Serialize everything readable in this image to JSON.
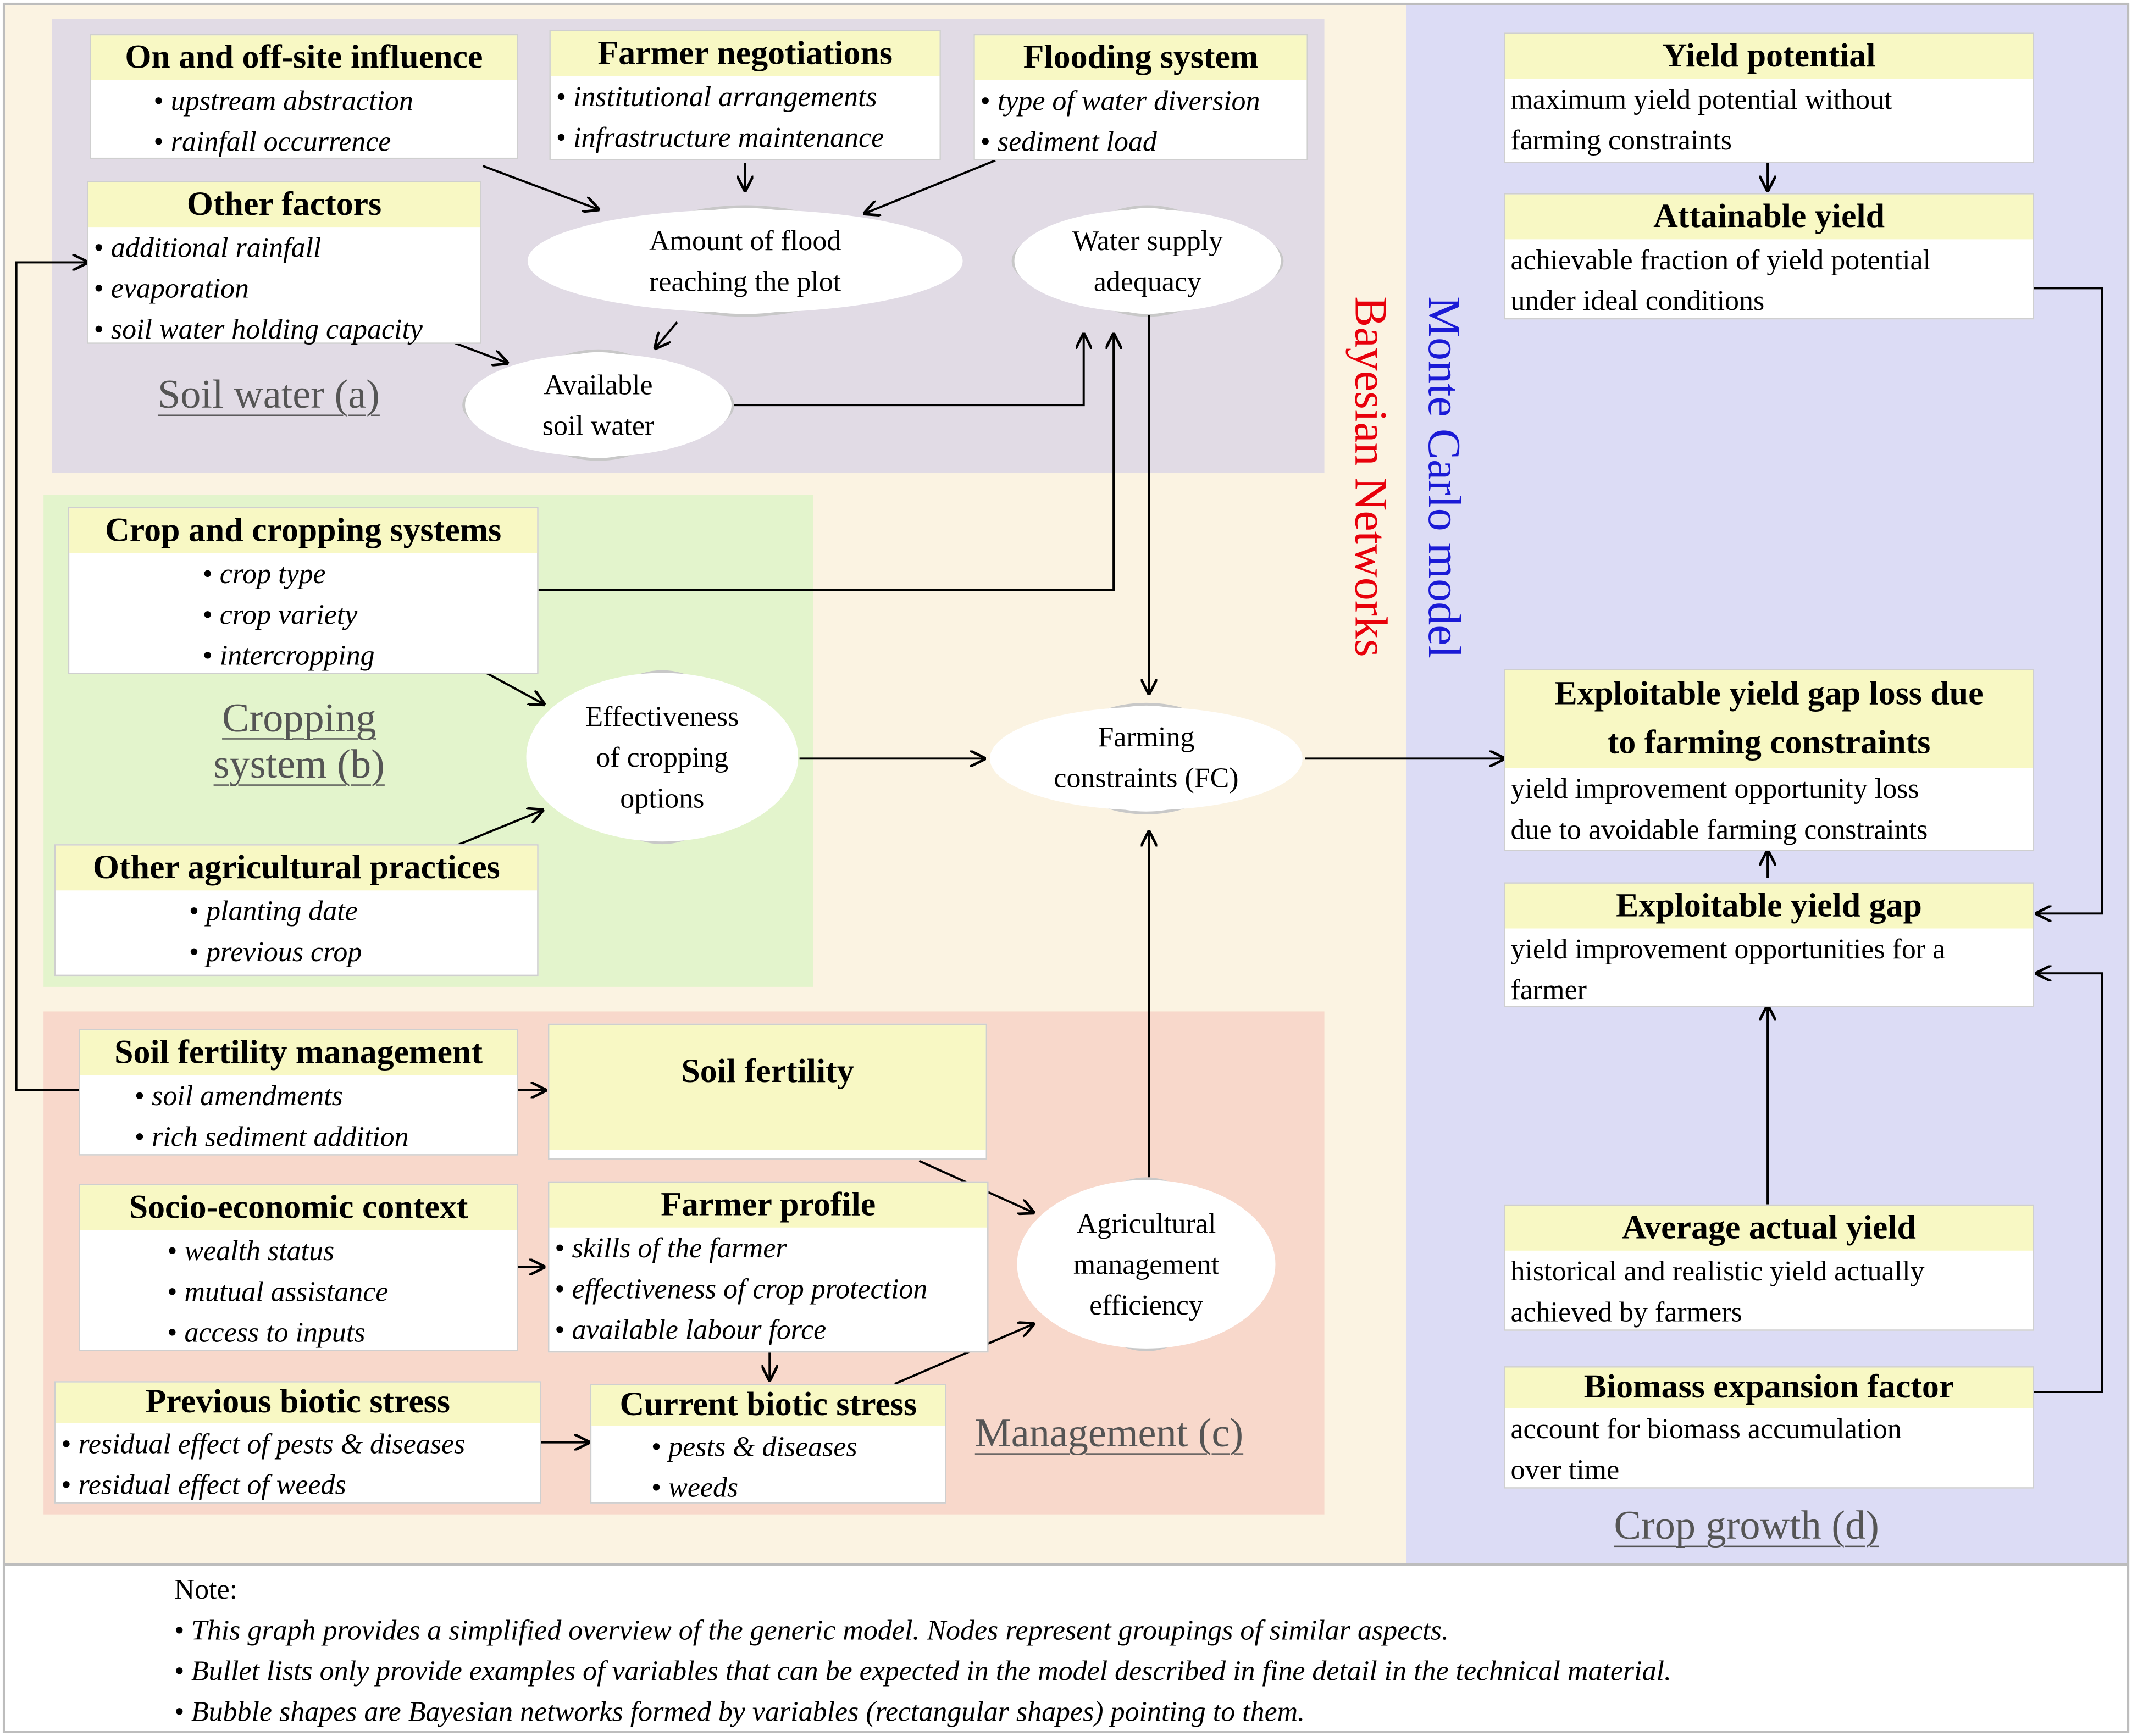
{
  "regions": {
    "soil_water": "Soil water (a)",
    "cropping": "Cropping system (b)",
    "management": "Management (c)",
    "crop_growth": "Crop growth (d)"
  },
  "vertical_labels": {
    "bayesian": "Bayesian Networks",
    "montecarlo": "Monte Carlo model"
  },
  "colors": {
    "bayesian_bg": "#fbf3e2",
    "soil_water_bg": "#e1dbe5",
    "cropping_bg": "#e3f4cc",
    "management_bg": "#f8d8cb",
    "montecarlo_bg": "#dcdcf5",
    "header_bg": "#f8f8c4",
    "bayesian_text": "#e8000b",
    "montecarlo_text": "#1a1ad6"
  },
  "boxes": {
    "onoff": {
      "title": "On and off-site influence",
      "items": [
        "upstream abstraction",
        "rainfall occurrence"
      ]
    },
    "farmer_neg": {
      "title": "Farmer negotiations",
      "items": [
        "institutional arrangements",
        "infrastructure maintenance"
      ]
    },
    "flooding": {
      "title": "Flooding system",
      "items": [
        "type of water diversion",
        "sediment load"
      ]
    },
    "other_factors": {
      "title": "Other factors",
      "items": [
        "additional rainfall",
        "evaporation",
        "soil water holding capacity"
      ]
    },
    "crop_systems": {
      "title": "Crop and cropping systems",
      "items": [
        "crop type",
        "crop variety",
        "intercropping"
      ]
    },
    "other_ag": {
      "title": "Other agricultural practices",
      "items": [
        "planting date",
        "previous crop"
      ]
    },
    "soil_fert_mgmt": {
      "title": "Soil fertility management",
      "items": [
        "soil amendments",
        "rich sediment addition"
      ]
    },
    "soil_fert": {
      "title": "Soil fertility"
    },
    "socio": {
      "title": "Socio-economic context",
      "items": [
        "wealth status",
        "mutual assistance",
        "access to inputs"
      ]
    },
    "farmer_profile": {
      "title": "Farmer profile",
      "items": [
        "skills of the farmer",
        "effectiveness of crop protection",
        "available labour force"
      ]
    },
    "prev_biotic": {
      "title": "Previous biotic stress",
      "items": [
        "residual effect of pests & diseases",
        "residual effect of weeds"
      ]
    },
    "curr_biotic": {
      "title": "Current biotic stress",
      "items": [
        "pests & diseases",
        "weeds"
      ]
    },
    "yield_potential": {
      "title": "Yield potential",
      "desc": [
        "maximum yield potential without",
        "farming constraints"
      ]
    },
    "attainable": {
      "title": "Attainable yield",
      "desc": [
        "achievable fraction of yield potential",
        "under ideal conditions"
      ]
    },
    "exploit_loss": {
      "title": [
        "Exploitable yield gap loss due",
        "to farming constraints"
      ],
      "desc": [
        "yield improvement opportunity loss",
        "due to avoidable farming constraints"
      ]
    },
    "exploit_gap": {
      "title": "Exploitable yield gap",
      "desc": [
        "yield improvement opportunities for a",
        "farmer"
      ]
    },
    "avg_yield": {
      "title": "Average actual yield",
      "desc": [
        "historical and realistic yield actually",
        "achieved by farmers"
      ]
    },
    "biomass": {
      "title": "Biomass expansion factor",
      "desc": [
        "account for biomass accumulation",
        "over time"
      ]
    }
  },
  "clouds": {
    "flood_amount": [
      "Amount of flood",
      "reaching the plot"
    ],
    "water_supply": [
      "Water supply",
      "adequacy"
    ],
    "avail_soil": [
      "Available",
      "soil water"
    ],
    "effectiveness": [
      "Effectiveness",
      "of cropping",
      "options"
    ],
    "farming_constraints": [
      "Farming",
      "constraints (FC)"
    ],
    "ag_mgmt": [
      "Agricultural",
      "management",
      "efficiency"
    ]
  },
  "note": {
    "title": "Note:",
    "lines": [
      "• This graph provides a simplified overview of the generic model. Nodes represent groupings of similar aspects.",
      "• Bullet lists only provide examples of variables that can be expected in the model described in fine detail in the technical material.",
      "• Bubble shapes are Bayesian networks formed by variables (rectangular shapes) pointing to them."
    ]
  }
}
